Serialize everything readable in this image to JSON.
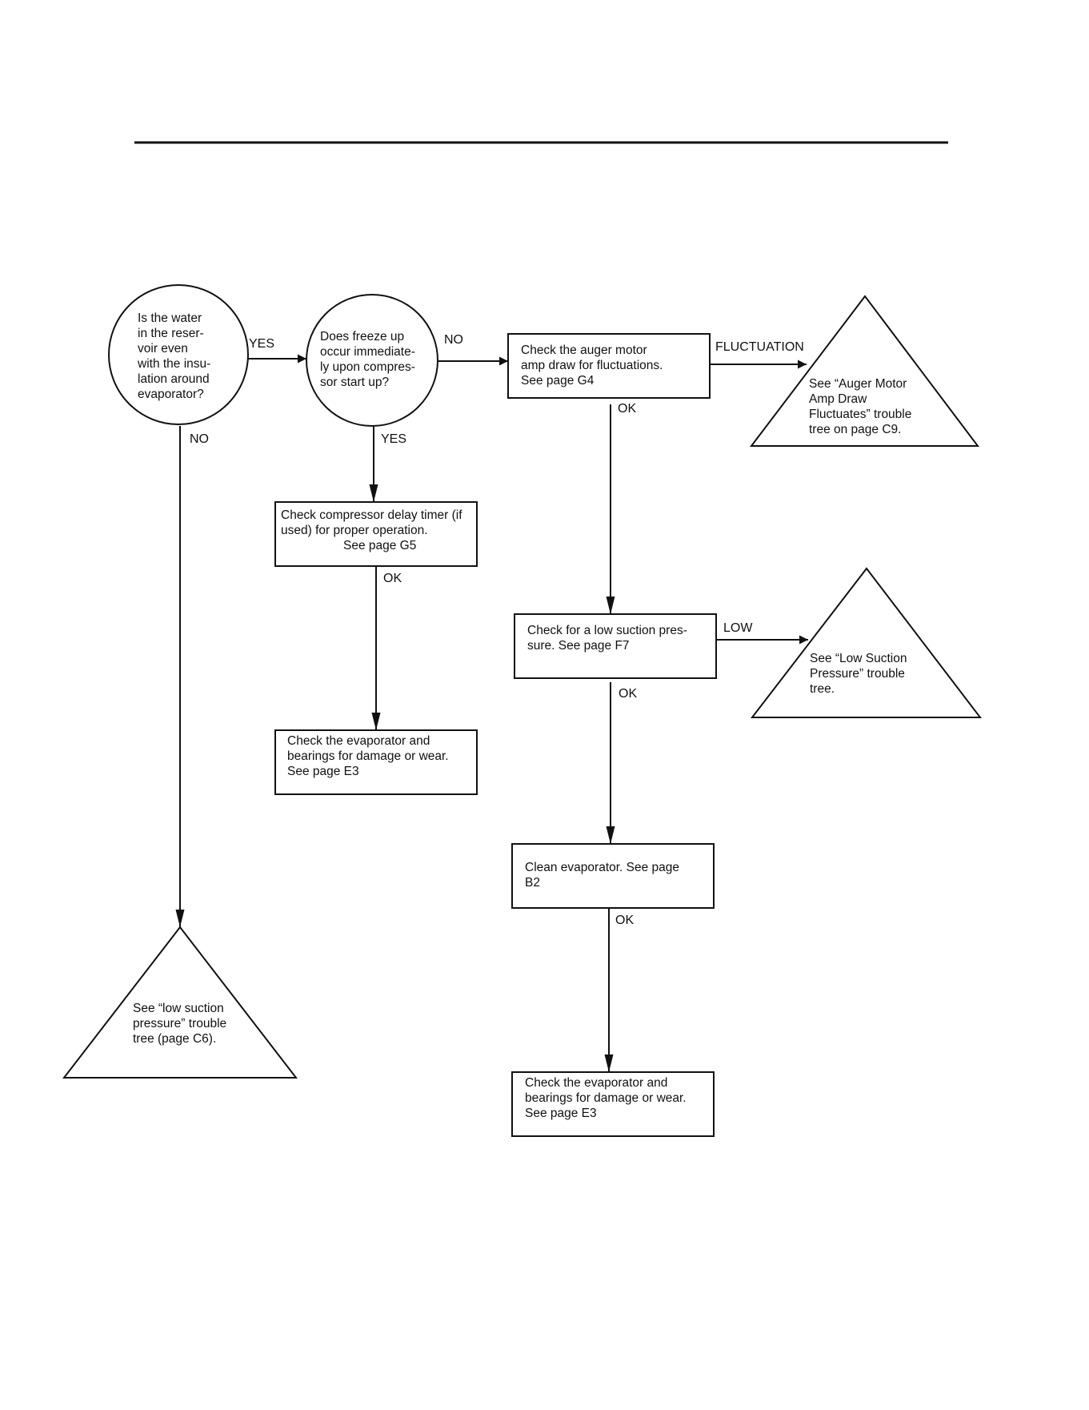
{
  "nodes": {
    "q_water": {
      "lines": [
        "Is the water",
        "in the reser-",
        "voir even",
        "with the insu-",
        "lation around",
        "evaporator?"
      ]
    },
    "q_freeze": {
      "lines": [
        "Does freeze up",
        "occur immediate-",
        "ly upon compres-",
        "sor start up?"
      ]
    },
    "auger": {
      "lines": [
        "Check the  auger motor",
        "amp draw for fluctuations.",
        "See page G4"
      ]
    },
    "auger_ref": {
      "lines": [
        "See “Auger Motor",
        "Amp Draw",
        "Fluctuates” trouble",
        "tree on page C9."
      ]
    },
    "delay": {
      "lines": [
        "Check compressor delay timer (if",
        "used) for proper operation.",
        "See page G5"
      ]
    },
    "suction": {
      "lines": [
        "Check for a low suction pres-",
        "sure. See page F7"
      ]
    },
    "suction_ref": {
      "lines": [
        "See “Low Suction",
        "Pressure” trouble",
        "tree."
      ]
    },
    "evap1": {
      "lines": [
        "Check the evaporator and",
        "bearings for damage or wear.",
        "See page E3"
      ]
    },
    "clean": {
      "lines": [
        "Clean evaporator. See page",
        "B2"
      ]
    },
    "evap2": {
      "lines": [
        "Check the evaporator and",
        "bearings for damage or wear.",
        "See page E3"
      ]
    },
    "low_ref": {
      "lines": [
        "See “low suction",
        "pressure” trouble",
        "tree (page C6)."
      ]
    }
  },
  "edge_labels": {
    "water_yes": "YES",
    "water_no": "NO",
    "freeze_no": "NO",
    "freeze_yes": "YES",
    "auger_fluct": "FLUCTUATION",
    "auger_ok": "OK",
    "delay_ok": "OK",
    "suction_low": "LOW",
    "suction_ok": "OK",
    "clean_ok": "OK"
  }
}
